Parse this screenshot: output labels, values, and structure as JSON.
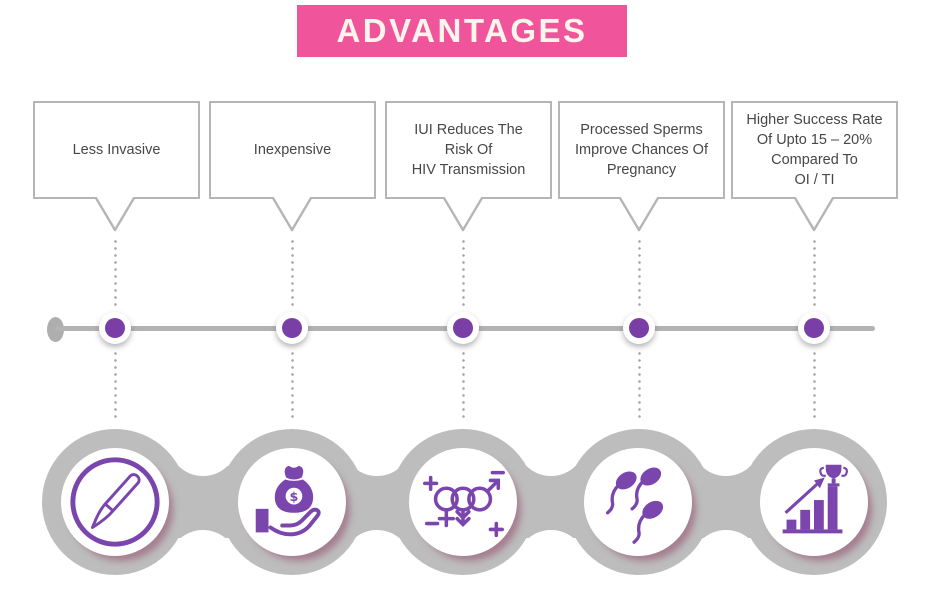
{
  "title": {
    "label": "ADVANTAGES"
  },
  "callouts": [
    {
      "label": "Less Invasive",
      "icon": "scalpel-icon"
    },
    {
      "label": "Inexpensive",
      "icon": "money-in-hand-icon"
    },
    {
      "label": "IUI Reduces The\nRisk Of\nHIV Transmission",
      "icon": "gender-symbols-icon"
    },
    {
      "label": "Processed Sperms\nImprove Chances Of\nPregnancy",
      "icon": "sperm-icon"
    },
    {
      "label": "Higher Success Rate\nOf Upto 15 – 20%\nCompared To\nOI / TI",
      "icon": "growth-chart-trophy-icon"
    }
  ],
  "colors": {
    "banner_pink": "#F0549B",
    "accent_purple": "#7B45AE",
    "node_purple": "#7A3FA7",
    "timeline_gray": "#B3B3B3",
    "ring_gray": "#BDBDBD",
    "box_border_gray": "#B5B5B5",
    "text_gray": "#474747"
  }
}
